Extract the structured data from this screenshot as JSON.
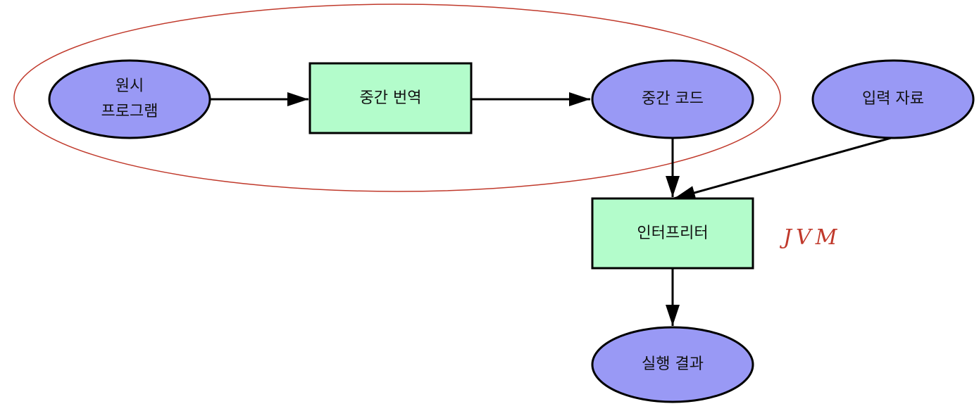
{
  "nodes": {
    "source_program": {
      "line1": "원시",
      "line2": "프로그램"
    },
    "intermediate_translation": "중간 번역",
    "intermediate_code": "중간 코드",
    "input_data": "입력 자료",
    "interpreter": "인터프리터",
    "execution_result": "실행 결과"
  },
  "annotation": {
    "label": "JVM"
  },
  "colors": {
    "ellipse_fill": "#9999f5",
    "box_fill": "#b3fccb",
    "stroke": "#000000",
    "annotation": "#c0392b"
  }
}
